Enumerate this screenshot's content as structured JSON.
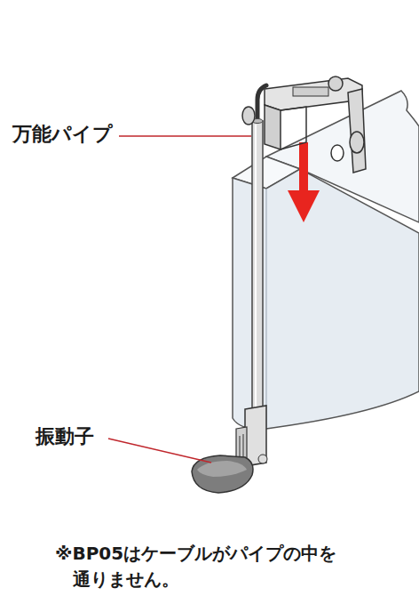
{
  "diagram": {
    "labels": [
      "万能パイプ",
      "振動子",
      "※BP05はケーブルがパイプの中を 通りません。"
    ]
  }
}
